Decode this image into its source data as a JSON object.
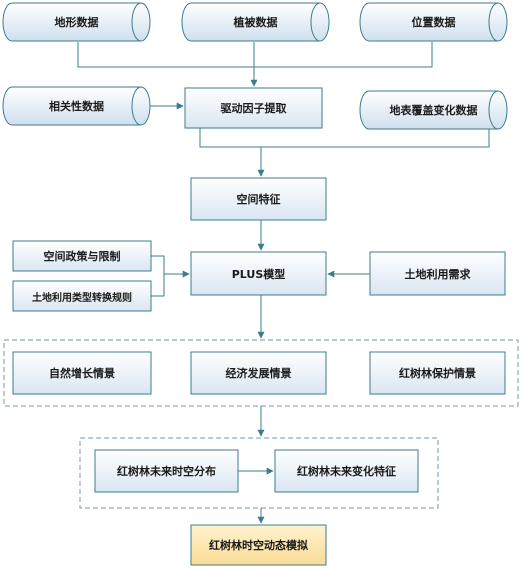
{
  "inputs": {
    "terrain": "地形数据",
    "vegetation": "植被数据",
    "location": "位置数据",
    "correlation": "相关性数据",
    "surface_change": "地表覆盖变化数据"
  },
  "process": {
    "driver_extraction": "驱动因子提取",
    "spatial_features": "空间特征",
    "plus_model": "PLUS模型",
    "policy_limits": "空间政策与限制",
    "conversion_rules": "土地利用类型转换规则",
    "land_demand": "土地利用需求"
  },
  "scenarios": {
    "natural_growth": "自然增长情景",
    "economic_development": "经济发展情景",
    "mangrove_protection": "红树林保护情景"
  },
  "future": {
    "distribution": "红树林未来时空分布",
    "change_features": "红树林未来变化特征"
  },
  "final": {
    "simulation": "红树林时空动态模拟"
  },
  "colors": {
    "stroke": "#3d7c8c",
    "fill_top": "#ffffff",
    "fill_bottom": "#d9e6f2",
    "final_fill": "#fbe3a9",
    "dash": "#7a97ad"
  }
}
